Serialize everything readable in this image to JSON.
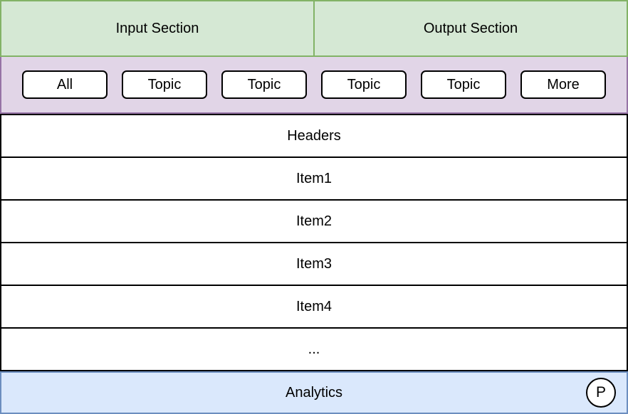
{
  "header": {
    "sections": [
      {
        "label": "Input Section"
      },
      {
        "label": "Output Section"
      }
    ]
  },
  "toolbar": {
    "buttons": [
      "All",
      "Topic",
      "Topic",
      "Topic",
      "Topic",
      "More"
    ]
  },
  "list": {
    "rows": [
      "Headers",
      "Item1",
      "Item2",
      "Item3",
      "Item4",
      "..."
    ]
  },
  "footer": {
    "label": "Analytics",
    "badge": "P"
  },
  "colors": {
    "green_fill": "#d5e8d4",
    "green_stroke": "#82b366",
    "purple_fill": "#e1d5e7",
    "purple_stroke": "#9673a6",
    "blue_fill": "#dae8fc",
    "blue_stroke": "#6c8ebf",
    "row_stroke": "#000000"
  }
}
